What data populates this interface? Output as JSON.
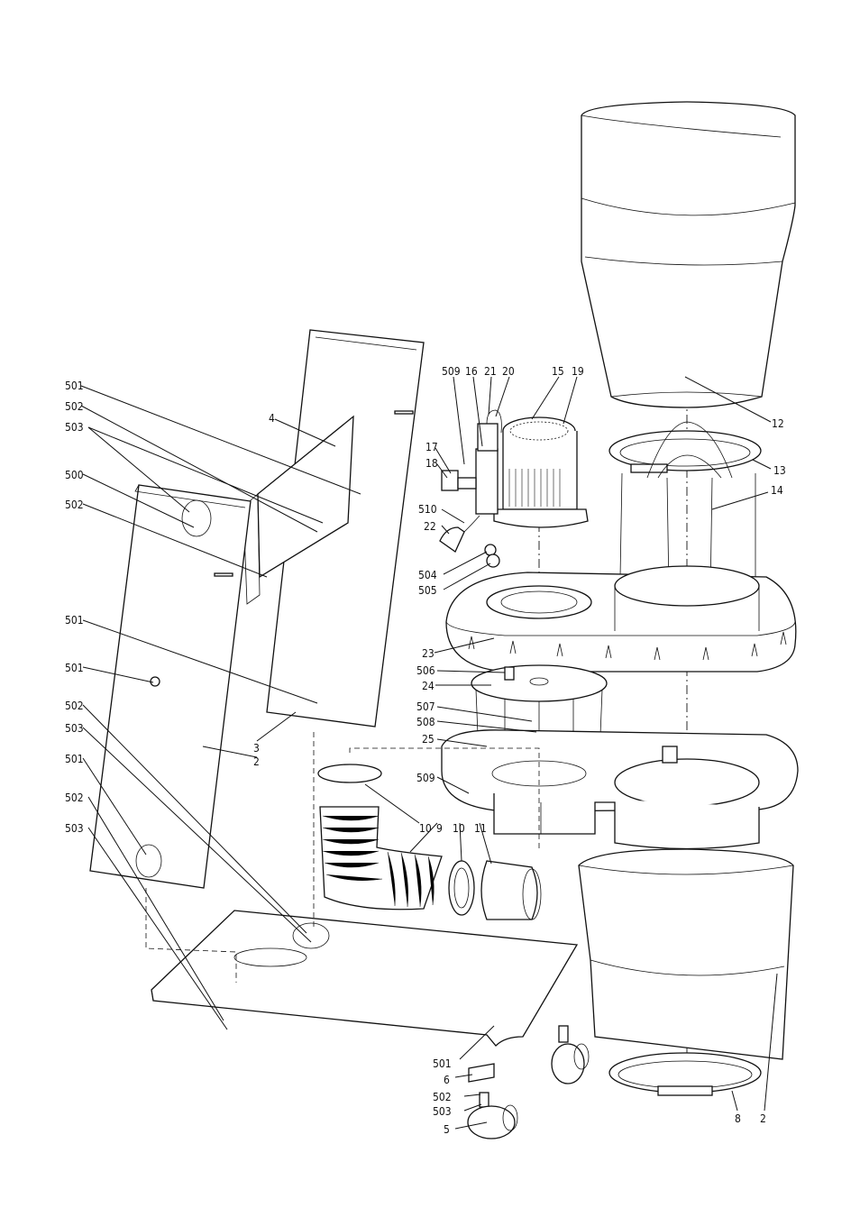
{
  "callouts": [
    {
      "id": "c12",
      "text": "12"
    },
    {
      "id": "c13",
      "text": "13"
    },
    {
      "id": "c14",
      "text": "14"
    },
    {
      "id": "c509a",
      "text": "509"
    },
    {
      "id": "c16",
      "text": "16"
    },
    {
      "id": "c21",
      "text": "21"
    },
    {
      "id": "c20",
      "text": "20"
    },
    {
      "id": "c15",
      "text": "15"
    },
    {
      "id": "c19",
      "text": "19"
    },
    {
      "id": "c17",
      "text": "17"
    },
    {
      "id": "c18",
      "text": "18"
    },
    {
      "id": "c510",
      "text": "510"
    },
    {
      "id": "c22",
      "text": "22"
    },
    {
      "id": "c504",
      "text": "504"
    },
    {
      "id": "c505",
      "text": "505"
    },
    {
      "id": "c23",
      "text": "23"
    },
    {
      "id": "c506",
      "text": "506"
    },
    {
      "id": "c24",
      "text": "24"
    },
    {
      "id": "c507",
      "text": "507"
    },
    {
      "id": "c508",
      "text": "508"
    },
    {
      "id": "c25",
      "text": "25"
    },
    {
      "id": "c509b",
      "text": "509"
    },
    {
      "id": "c501a",
      "text": "501"
    },
    {
      "id": "c502a",
      "text": "502"
    },
    {
      "id": "c503a",
      "text": "503"
    },
    {
      "id": "c500",
      "text": "500"
    },
    {
      "id": "c502b",
      "text": "502"
    },
    {
      "id": "c4",
      "text": "4"
    },
    {
      "id": "c501b",
      "text": "501"
    },
    {
      "id": "c501c",
      "text": "501"
    },
    {
      "id": "c502c",
      "text": "502"
    },
    {
      "id": "c503b",
      "text": "503"
    },
    {
      "id": "c501d",
      "text": "501"
    },
    {
      "id": "c502d",
      "text": "502"
    },
    {
      "id": "c503c",
      "text": "503"
    },
    {
      "id": "c3",
      "text": "3"
    },
    {
      "id": "c2a",
      "text": "2"
    },
    {
      "id": "c10a",
      "text": "10"
    },
    {
      "id": "c9",
      "text": "9"
    },
    {
      "id": "c10b",
      "text": "10"
    },
    {
      "id": "c11",
      "text": "11"
    },
    {
      "id": "c501e",
      "text": "501"
    },
    {
      "id": "c6",
      "text": "6"
    },
    {
      "id": "c502e",
      "text": "502"
    },
    {
      "id": "c503d",
      "text": "503"
    },
    {
      "id": "c5",
      "text": "5"
    },
    {
      "id": "c8",
      "text": "8"
    },
    {
      "id": "c2b",
      "text": "2"
    }
  ]
}
